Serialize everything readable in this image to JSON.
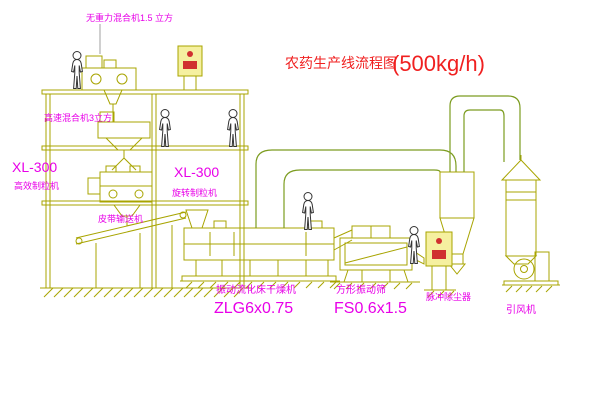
{
  "title": {
    "main": "农药生产线流程图",
    "capacity": "(500kg/h)"
  },
  "labels": {
    "mixer_top": "无重力混合机1.5 立方",
    "mixer_mid": "高速混合机3立方",
    "granulator_left_model": "XL-300",
    "granulator_left_name": "高效制粒机",
    "granulator_mid_model": "XL-300",
    "granulator_mid_name": "旋转制粒机",
    "belt_conveyor": "皮带输送机",
    "dryer_name": "振动流化床干燥机",
    "dryer_model": "ZLG6x0.75",
    "screen_name": "方形振动筛",
    "screen_model": "FS0.6x1.5",
    "dust_collector": "脉冲除尘器",
    "fan": "引风机"
  },
  "icons": {
    "worker_figure": "standing-person-outline",
    "control_button": "red-round-button"
  },
  "colors": {
    "background": "#ffffff",
    "line_olive": "#a8a400",
    "pipe_green": "#7c9c20",
    "label_magenta": "#e800e8",
    "title_red": "#f02020",
    "cabinet_yellow": "#f5f0a0",
    "button_red": "#d03030",
    "figure_outline": "#333333"
  }
}
